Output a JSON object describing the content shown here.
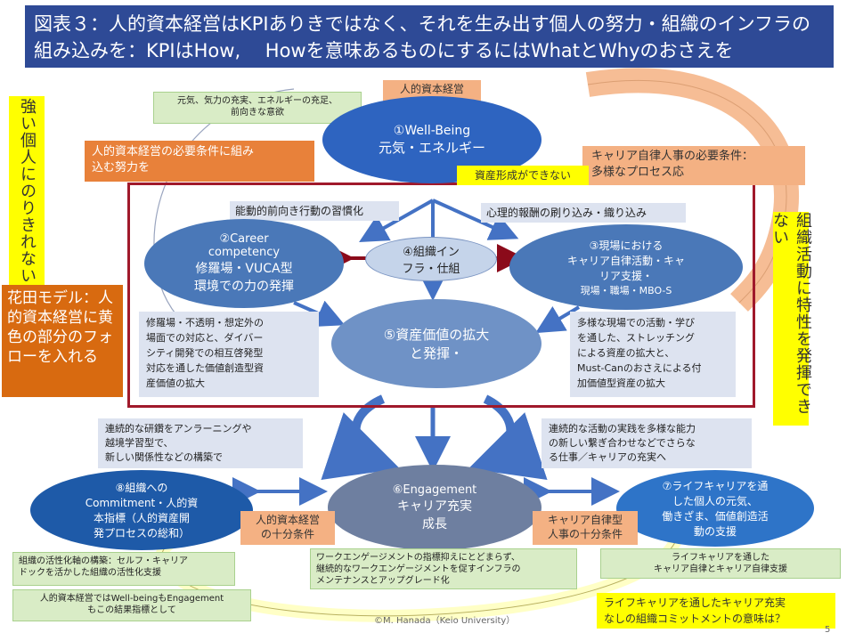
{
  "title": {
    "line1": "図表３：人的資本経営はKPIありきではなく、それを生み出す個人の努力・組織のインフラの",
    "line2": "組み込みを：KPIはHow,　 Howを意味あるものにするにはWhatとWhyのおさえを"
  },
  "left_vertical": "強い個人にのりきれない",
  "right_vertical": "組織活動に特性を発揮できない",
  "hanada_model": "花田モデル：人的資本経営に黄色の部分のフォローを入れる",
  "nodes": {
    "wellbeing": {
      "label": "①Well-Being",
      "sub": "元気・エネルギー"
    },
    "career": {
      "label": "②Career",
      "line2": "competency",
      "line3": "修羅場・VUCA型",
      "line4": "環境での力の発揮"
    },
    "infra": {
      "line1": "④組織イン",
      "line2": "フラ・仕組"
    },
    "genba": {
      "line1": "③現場における",
      "line2": "キャリア自律活動・キャ",
      "line3": "リア支援・",
      "line4": "現場・職場・MBO-S"
    },
    "asset": {
      "line1": "⑤資産価値の拡大",
      "line2": "と発揮・"
    },
    "engagement": {
      "label": "⑥Engagement",
      "line2": "キャリア充実",
      "line3": "成長"
    },
    "lifecareer": {
      "line1": "⑦ライフキャリアを通",
      "line2": "した個人の元気、",
      "line3": "働きざま、価値創造活",
      "line4": "動の支援"
    },
    "commitment": {
      "line1": "⑧組織への",
      "line2": "Commitment・人的資",
      "line3": "本指標（人的資産開",
      "line4": "発プロセスの総和）"
    }
  },
  "labels": {
    "necessary_cond": "人的資本経営\nの必要条件",
    "energy_note": "元気、気力の充実、エネルギーの充足、\n前向きな意欲",
    "effort": "人的資本経営の必要条件に組み\n込む努力を",
    "career_necessary": "キャリア自律人事の必要条件：\n多様なプロセス応",
    "no_asset": "資産形成ができない",
    "proactive": "能動的前向き行動の習慣化",
    "reward": "心理的報酬の刷り込み・織り込み",
    "left_note": "修羅場・不透明・想定外の\n場面での対応と、ダイバー\nシティ開発での相互啓発型\n対応を通した価値創造型資\n産価値の拡大",
    "right_note": "多様な現場での活動・学び\nを通した、ストレッチング\nによる資産の拡大と、\nMust-Canのおさえによる付\n加価値型資産の拡大",
    "unlearning": "連続的な研鑽をアンラーニングや\n越境学習型で、\n新しい関係性などの構築で",
    "continuous": "連続的な活動の実践を多様な能力\nの新しい繋ぎ合わせなどでさらな\nる仕事／キャリアの充実へ",
    "sufficient_hc": "人的資本経営\nの十分条件",
    "sufficient_career": "キャリア自律型\n人事の十分条件",
    "activation": "組織の活性化軸の構築：セルフ・キャリア\nドックを活かした組織の活性化支援",
    "wellbeing_kpi": "人的資本経営ではWell-beingもEngagement\nもこの結果指標として",
    "work_engagement": "ワークエンゲージメントの指標抑えにとどまらず、\n継続的なワークエンゲージメントを促すインフラの\nメンテナンスとアップグレード化",
    "life_support": "ライフキャリアを通した\nキャリア自律とキャリア自律支援",
    "question": "ライフキャリアを通したキャリア充実\nなしの組織コミットメントの意味は？",
    "copyright": "©M. Hanada（Keio University）",
    "page_number": "5"
  },
  "colors": {
    "title_bg": "#2e4a96",
    "ellipse_blue": "#4a78b8",
    "ellipse_light": "#6f92c6",
    "ellipse_navy": "#1e5aa8",
    "ellipse_gray": "#6e7fa0",
    "frame_red": "#a0192b",
    "highlight_yellow": "#ffff00",
    "orange": "#f4b183",
    "orange_dark": "#e8813a",
    "green": "#d9ecc6",
    "lavender": "#dde3f0"
  }
}
